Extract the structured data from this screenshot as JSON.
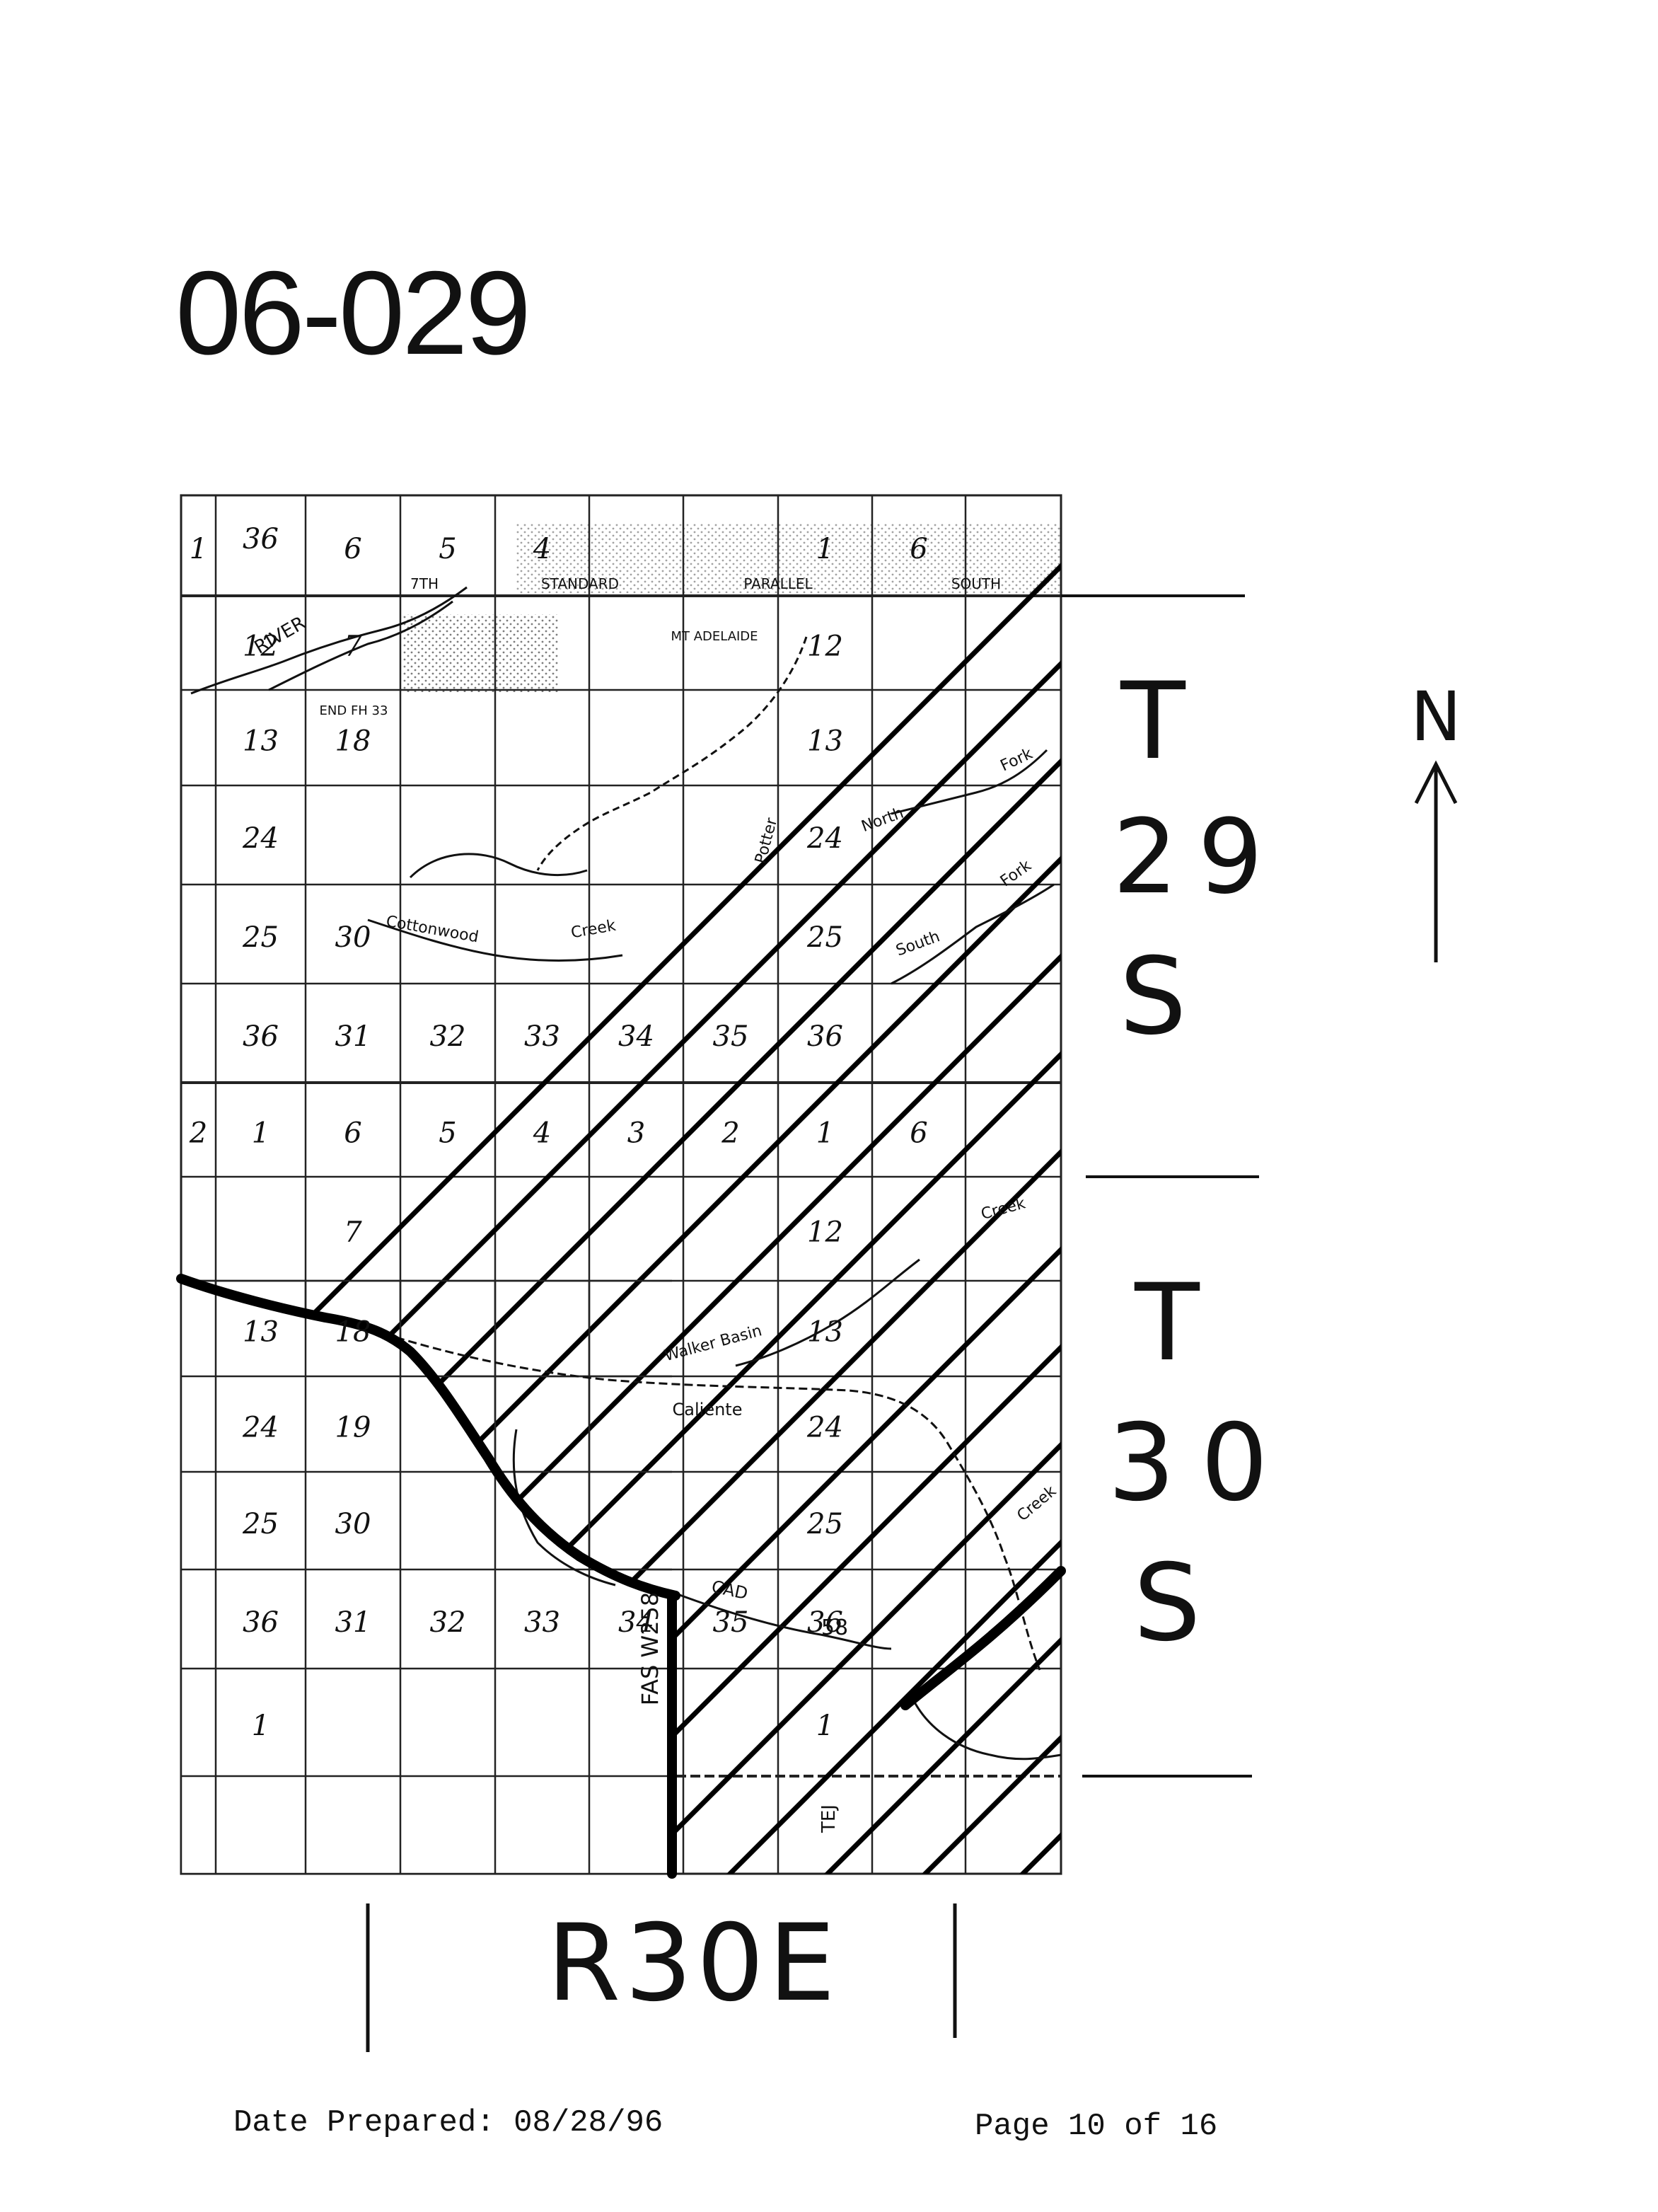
{
  "document_id": "06-029",
  "map": {
    "section_numbers": [
      {
        "label": "36",
        "row": -1,
        "col": 1
      },
      {
        "label": "1",
        "row": 0,
        "col": 0
      },
      {
        "label": "6",
        "row": 0,
        "col": 2
      },
      {
        "label": "5",
        "row": 0,
        "col": 3
      },
      {
        "label": "4",
        "row": 0,
        "col": 4
      },
      {
        "label": "1",
        "row": 0,
        "col": 7
      },
      {
        "label": "6",
        "row": 0,
        "col": 8
      },
      {
        "label": "12",
        "row": 1,
        "col": 1
      },
      {
        "label": "7",
        "row": 1,
        "col": 2
      },
      {
        "label": "12",
        "row": 1,
        "col": 7
      },
      {
        "label": "13",
        "row": 2,
        "col": 1
      },
      {
        "label": "18",
        "row": 2,
        "col": 2
      },
      {
        "label": "13",
        "row": 2,
        "col": 7
      },
      {
        "label": "24",
        "row": 3,
        "col": 1
      },
      {
        "label": "24",
        "row": 3,
        "col": 7
      },
      {
        "label": "25",
        "row": 4,
        "col": 1
      },
      {
        "label": "30",
        "row": 4,
        "col": 2
      },
      {
        "label": "25",
        "row": 4,
        "col": 7
      },
      {
        "label": "36",
        "row": 5,
        "col": 1
      },
      {
        "label": "31",
        "row": 5,
        "col": 2
      },
      {
        "label": "32",
        "row": 5,
        "col": 3
      },
      {
        "label": "33",
        "row": 5,
        "col": 4
      },
      {
        "label": "34",
        "row": 5,
        "col": 5
      },
      {
        "label": "35",
        "row": 5,
        "col": 6
      },
      {
        "label": "36",
        "row": 5,
        "col": 7
      },
      {
        "label": "2",
        "row": 6,
        "col": 0
      },
      {
        "label": "1",
        "row": 6,
        "col": 1
      },
      {
        "label": "6",
        "row": 6,
        "col": 2
      },
      {
        "label": "5",
        "row": 6,
        "col": 3
      },
      {
        "label": "4",
        "row": 6,
        "col": 4
      },
      {
        "label": "3",
        "row": 6,
        "col": 5
      },
      {
        "label": "2",
        "row": 6,
        "col": 6
      },
      {
        "label": "1",
        "row": 6,
        "col": 7
      },
      {
        "label": "6",
        "row": 6,
        "col": 8
      },
      {
        "label": "7",
        "row": 7,
        "col": 2
      },
      {
        "label": "12",
        "row": 7,
        "col": 7
      },
      {
        "label": "13",
        "row": 8,
        "col": 1
      },
      {
        "label": "18",
        "row": 8,
        "col": 2
      },
      {
        "label": "13",
        "row": 8,
        "col": 7
      },
      {
        "label": "24",
        "row": 9,
        "col": 1
      },
      {
        "label": "19",
        "row": 9,
        "col": 2
      },
      {
        "label": "24",
        "row": 9,
        "col": 7
      },
      {
        "label": "25",
        "row": 10,
        "col": 1
      },
      {
        "label": "30",
        "row": 10,
        "col": 2
      },
      {
        "label": "25",
        "row": 10,
        "col": 7
      },
      {
        "label": "36",
        "row": 11,
        "col": 1
      },
      {
        "label": "31",
        "row": 11,
        "col": 2
      },
      {
        "label": "32",
        "row": 11,
        "col": 3
      },
      {
        "label": "33",
        "row": 11,
        "col": 4
      },
      {
        "label": "34",
        "row": 11,
        "col": 5
      },
      {
        "label": "35",
        "row": 11,
        "col": 6
      },
      {
        "label": "36",
        "row": 11,
        "col": 7
      },
      {
        "label": "1",
        "row": 12,
        "col": 1
      },
      {
        "label": "1",
        "row": 12,
        "col": 7
      }
    ],
    "place_labels": [
      {
        "key": "river",
        "text": "RIVER"
      },
      {
        "key": "seventh",
        "text": "7TH"
      },
      {
        "key": "standard",
        "text": "STANDARD"
      },
      {
        "key": "parallel",
        "text": "PARALLEL"
      },
      {
        "key": "south",
        "text": "SOUTH"
      },
      {
        "key": "mt_adelaide",
        "text": "MT ADELAIDE"
      },
      {
        "key": "end_fh",
        "text": "END FH 33"
      },
      {
        "key": "potter",
        "text": "Potter"
      },
      {
        "key": "north",
        "text": "North"
      },
      {
        "key": "fork1",
        "text": "Fork"
      },
      {
        "key": "fork2",
        "text": "Fork"
      },
      {
        "key": "south_fork",
        "text": "South"
      },
      {
        "key": "cottonwood",
        "text": "Cottonwood"
      },
      {
        "key": "creek1",
        "text": "Creek"
      },
      {
        "key": "creek2",
        "text": "Creek"
      },
      {
        "key": "creek3",
        "text": "Creek"
      },
      {
        "key": "caliente",
        "text": "Caliente"
      },
      {
        "key": "walker_basin",
        "text": "Walker Basin"
      },
      {
        "key": "cad",
        "text": "CAD"
      },
      {
        "key": "fas",
        "text": "FAS W258"
      },
      {
        "key": "route_58",
        "text": "58"
      },
      {
        "key": "tej",
        "text": "TEJ"
      }
    ]
  },
  "township_upper": {
    "t": "T",
    "number": "29",
    "dir": "S"
  },
  "township_lower": {
    "t": "T",
    "number": "30",
    "dir": "S"
  },
  "range_label": "R30E",
  "north_arrow_label": "N",
  "footer": {
    "date_prepared": "Date Prepared: 08/28/96",
    "page": "Page 10 of 16"
  }
}
